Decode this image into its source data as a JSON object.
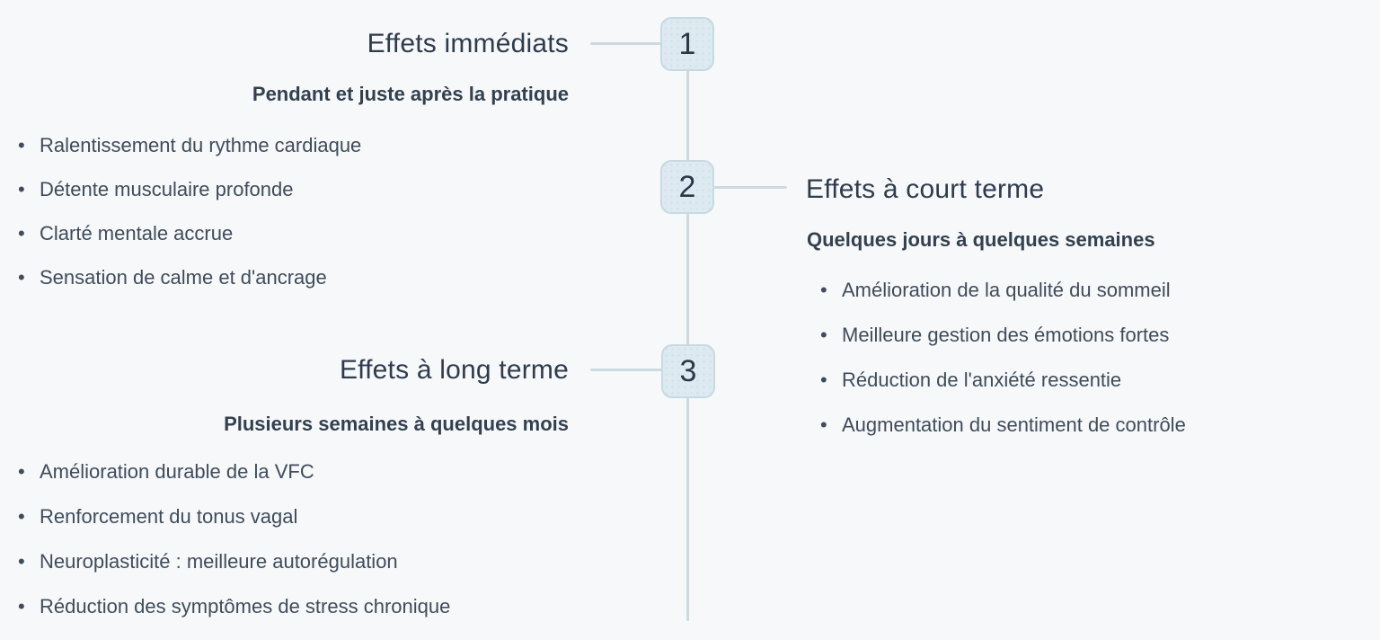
{
  "theme": {
    "background": "#f7f8f9",
    "line_color": "#ccdae1",
    "node_fill": "#ddeaf1",
    "node_border": "#c7d9e2",
    "number_color": "#2b3947",
    "title_color": "#2e3c4e",
    "subtitle_color": "#32404f",
    "body_text_color": "#3f4c5c"
  },
  "timeline": {
    "type": "vertical-numbered-timeline",
    "stages": [
      {
        "number": "1",
        "title": "Effets immédiats",
        "subtitle": "Pendant et juste après la pratique",
        "side": "left",
        "items": [
          "Ralentissement du rythme cardiaque",
          "Détente musculaire profonde",
          "Clarté mentale accrue",
          "Sensation de calme et d'ancrage"
        ]
      },
      {
        "number": "2",
        "title": "Effets à court terme",
        "subtitle": "Quelques jours à quelques semaines",
        "side": "right",
        "items": [
          "Amélioration de la qualité du sommeil",
          "Meilleure gestion des émotions fortes",
          "Réduction de l'anxiété ressentie",
          "Augmentation du sentiment de contrôle"
        ]
      },
      {
        "number": "3",
        "title": "Effets à long terme",
        "subtitle": "Plusieurs semaines à quelques mois",
        "side": "left",
        "items": [
          "Amélioration durable de la VFC",
          "Renforcement du tonus vagal",
          "Neuroplasticité : meilleure autorégulation",
          "Réduction des symptômes de stress chronique"
        ]
      }
    ]
  }
}
